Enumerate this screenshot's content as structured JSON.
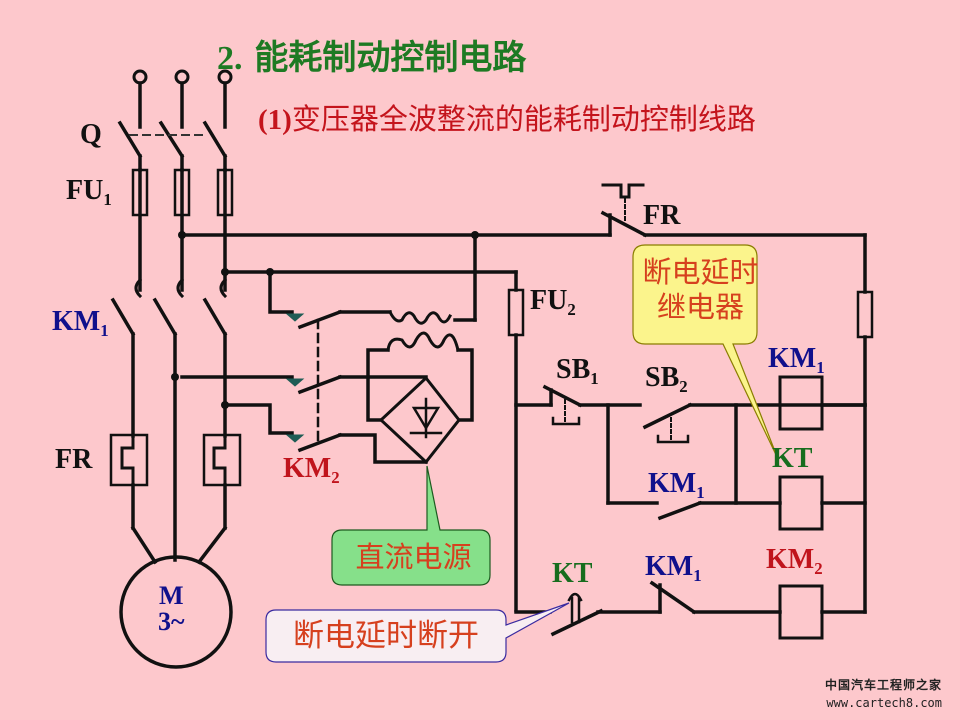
{
  "title": {
    "number": "2.",
    "text": "能耗制动控制电路"
  },
  "subtitle": {
    "number": "(1)",
    "text": "变压器全波整流的能耗制动控制线路"
  },
  "labels": {
    "q": "Q",
    "fu1": {
      "base": "FU",
      "sub": "1"
    },
    "km1_main": {
      "base": "KM",
      "sub": "1"
    },
    "fr_main": "FR",
    "motor": {
      "line1": "M",
      "line2": "3~"
    },
    "km2_main": {
      "base": "KM",
      "sub": "2"
    },
    "fr_ctrl": "FR",
    "fu2": {
      "base": "FU",
      "sub": "2"
    },
    "sb1": {
      "base": "SB",
      "sub": "1"
    },
    "sb2": {
      "base": "SB",
      "sub": "2"
    },
    "km1_coil": {
      "base": "KM",
      "sub": "1"
    },
    "kt_coil": "KT",
    "km1_aux_no": {
      "base": "KM",
      "sub": "1"
    },
    "km1_aux_nc": {
      "base": "KM",
      "sub": "1"
    },
    "km2_coil": {
      "base": "KM",
      "sub": "2"
    },
    "kt_contact": "KT"
  },
  "callouts": {
    "relay": {
      "line1": "断电延时",
      "line2": "继电器",
      "fill": "#fbf48c"
    },
    "dc_source": {
      "text": "直流电源",
      "fill": "#86e08a"
    },
    "delay_open": {
      "text": "断电延时断开",
      "fill": "#f8eef2"
    }
  },
  "watermark": {
    "cn": "中国汽车工程师之家",
    "url": "www.cartech8.com"
  },
  "colors": {
    "background": "#fdc8cc",
    "wire": "#111111",
    "title": "#1e7a23",
    "subtitle": "#c4141c"
  }
}
